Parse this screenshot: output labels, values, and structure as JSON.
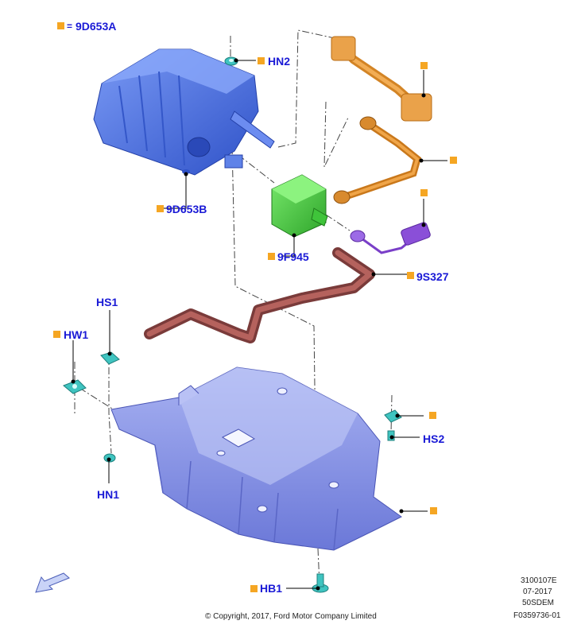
{
  "legend": {
    "code": "9D653A",
    "equals": "="
  },
  "labels": {
    "hn2": "HN2",
    "p9d653b": "9D653B",
    "p9f945": "9F945",
    "p9s327": "9S327",
    "hs1": "HS1",
    "hw1": "HW1",
    "hs2": "HS2",
    "hn1": "HN1",
    "hb1": "HB1"
  },
  "footer": {
    "copyright": "© Copyright, 2017, Ford Motor Company Limited",
    "code1": "3100107E",
    "date": "07-2017",
    "code2": "50SDEM",
    "code3": "F0359736-01"
  },
  "colors": {
    "canister": "#4a6fe0",
    "tray": "#7f8ee6",
    "valve": "#3fc43a",
    "hose_orange": "#e8962e",
    "hose_red": "#9a4d4a",
    "connector_purple": "#8a4fd8",
    "fastener": "#3fc4c0",
    "label_blue": "#1a1ad6",
    "marker_orange": "#f5a623"
  },
  "icons": {
    "direction": "arrow-down-left-icon"
  }
}
